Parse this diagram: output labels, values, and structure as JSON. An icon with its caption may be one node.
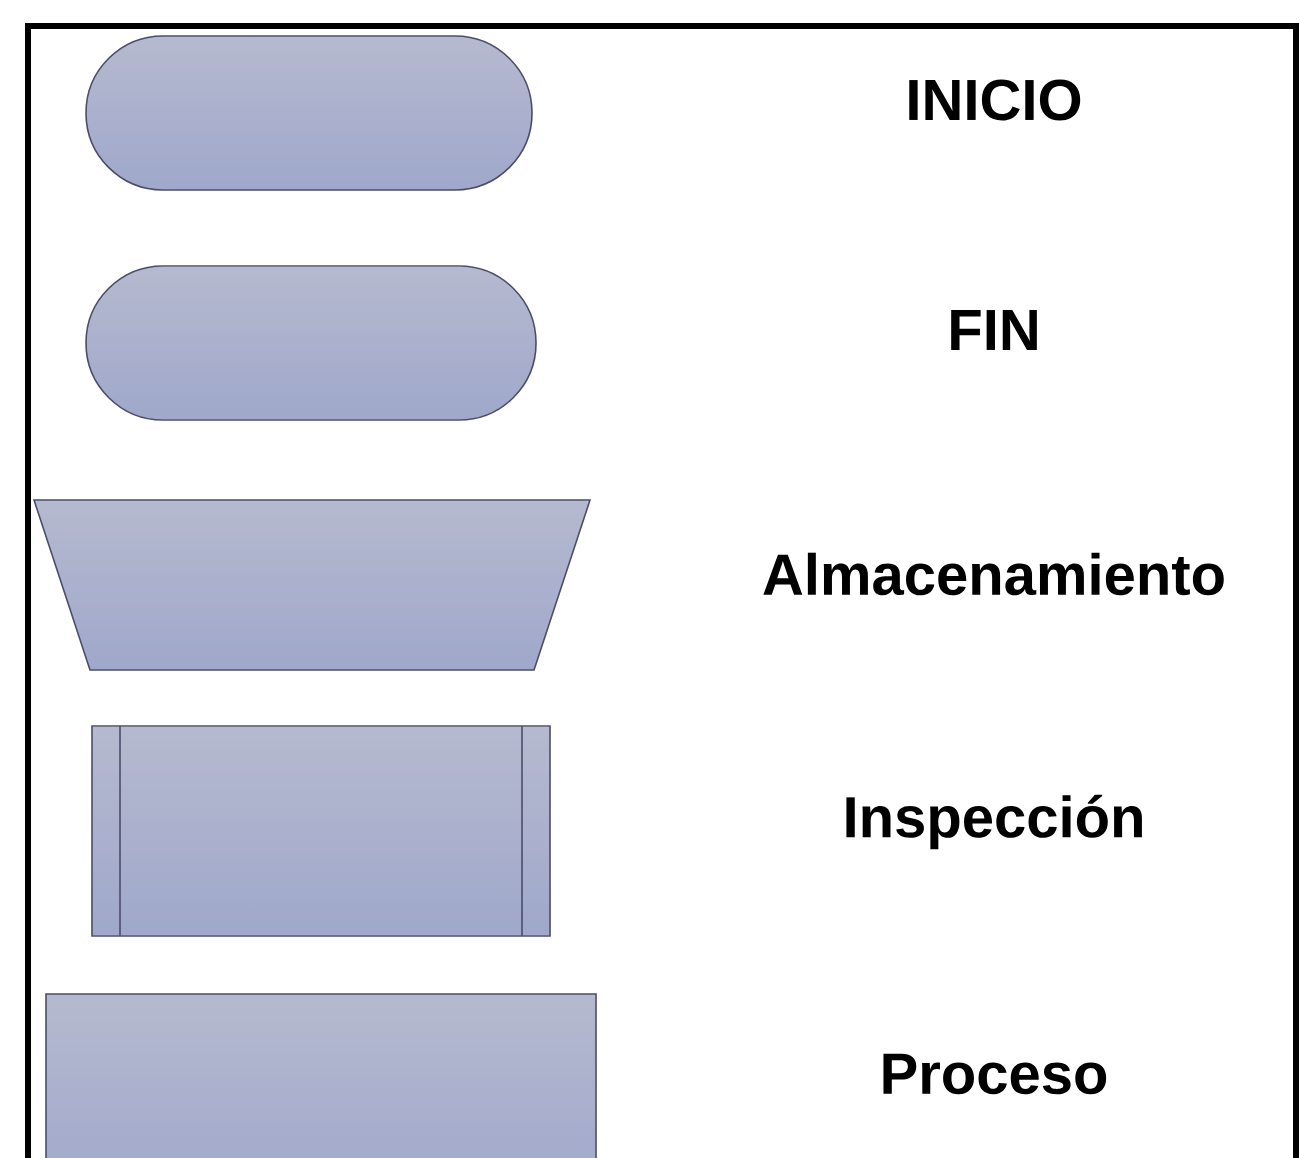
{
  "diagram": {
    "nodes": [
      {
        "text": [],
        "shape": "stadium"
      },
      {
        "text": [],
        "shape": "stadium"
      },
      {
        "text": [],
        "shape": "trapezoid"
      },
      {
        "text": [],
        "shape": "framed-box"
      },
      {
        "text": [],
        "shape": "box"
      }
    ],
    "labels": [
      "INICIO",
      "FIN",
      "Almacenamiento",
      "Inspección",
      "Proceso"
    ]
  }
}
